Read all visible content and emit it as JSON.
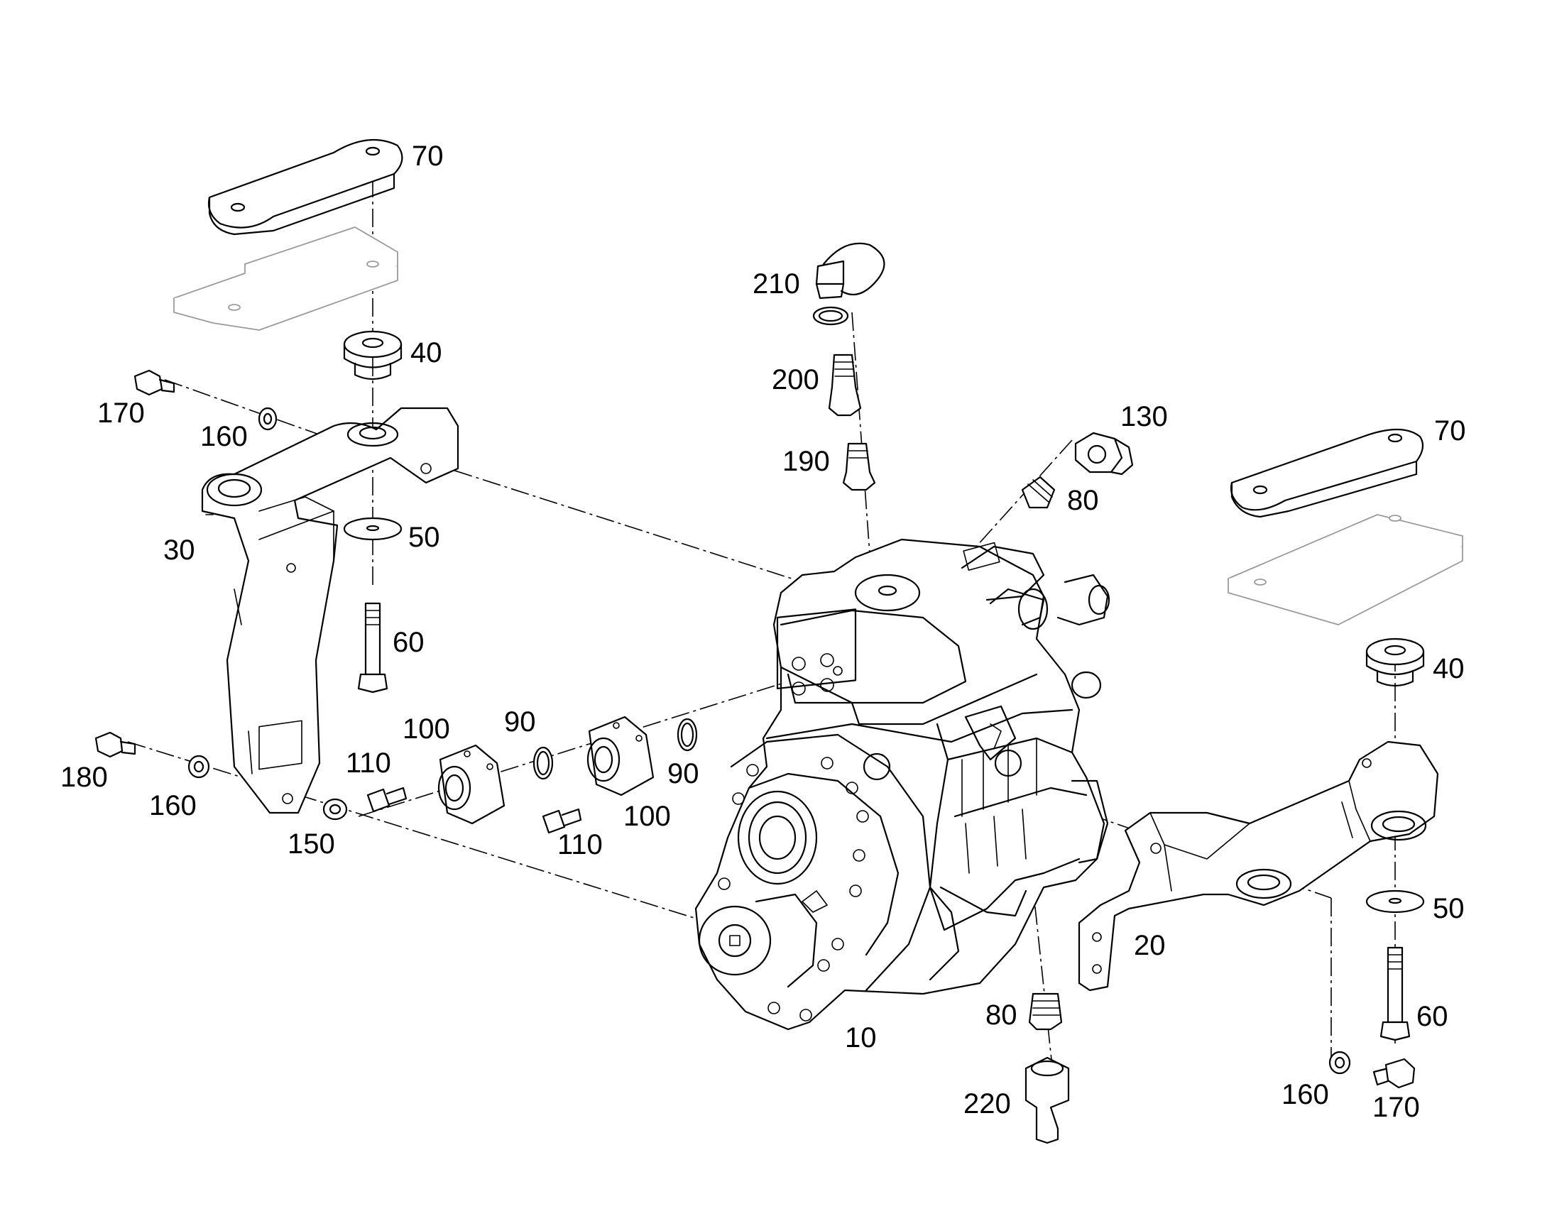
{
  "labels": {
    "p70a": "70",
    "p40a": "40",
    "p170a": "170",
    "p160a": "160",
    "p30": "30",
    "p50a": "50",
    "p60a": "60",
    "p180": "180",
    "p160b": "160",
    "p150": "150",
    "p110a": "110",
    "p100a": "100",
    "p90a": "90",
    "p110b": "110",
    "p100b": "100",
    "p90b": "90",
    "p210": "210",
    "p200": "200",
    "p190": "190",
    "p130": "130",
    "p80a": "80",
    "p70b": "70",
    "p40b": "40",
    "p20": "20",
    "p50b": "50",
    "p60b": "60",
    "p160c": "160",
    "p170b": "170",
    "p10": "10",
    "p80b": "80",
    "p220": "220"
  },
  "colors": {
    "line": "#000000",
    "ghost": "#9a9a9a",
    "background": "#ffffff"
  }
}
